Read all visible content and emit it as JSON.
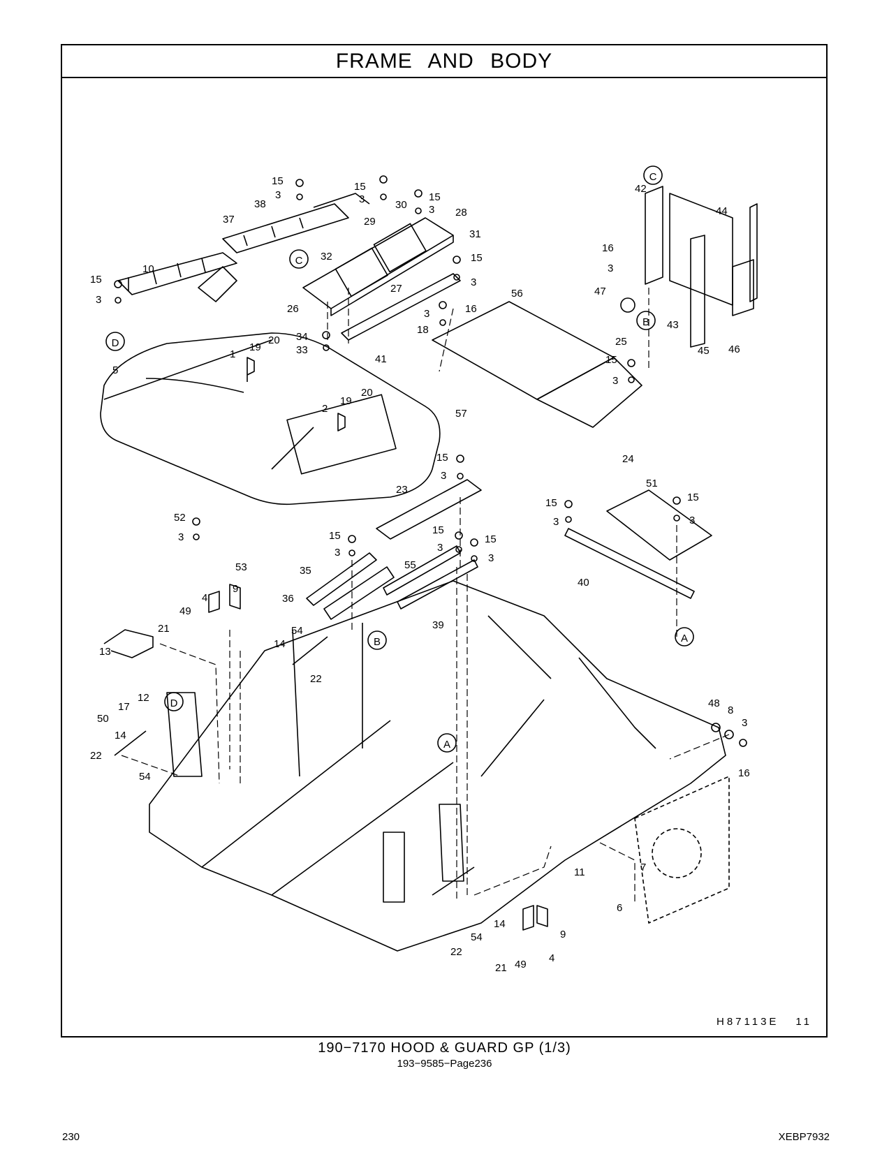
{
  "header": {
    "title": "FRAME AND BODY"
  },
  "drawing": {
    "code": "H87113E",
    "code_rev": "11",
    "callouts": [
      "A",
      "B",
      "C",
      "D"
    ],
    "part_labels": [
      "1",
      "2",
      "3",
      "4",
      "5",
      "6",
      "7",
      "8",
      "9",
      "10",
      "11",
      "12",
      "13",
      "14",
      "15",
      "16",
      "17",
      "18",
      "19",
      "20",
      "21",
      "22",
      "23",
      "24",
      "25",
      "26",
      "27",
      "28",
      "29",
      "30",
      "31",
      "32",
      "33",
      "34",
      "35",
      "36",
      "37",
      "38",
      "39",
      "40",
      "41",
      "42",
      "43",
      "44",
      "45",
      "46",
      "47",
      "48",
      "49",
      "50",
      "51",
      "52",
      "53",
      "54",
      "55",
      "56",
      "57"
    ]
  },
  "caption": {
    "title": "190−7170  HOOD & GUARD GP (1/3)",
    "subtitle": "193−9585−Page236"
  },
  "footer": {
    "page_number": "230",
    "doc_id": "XEBP7932"
  }
}
